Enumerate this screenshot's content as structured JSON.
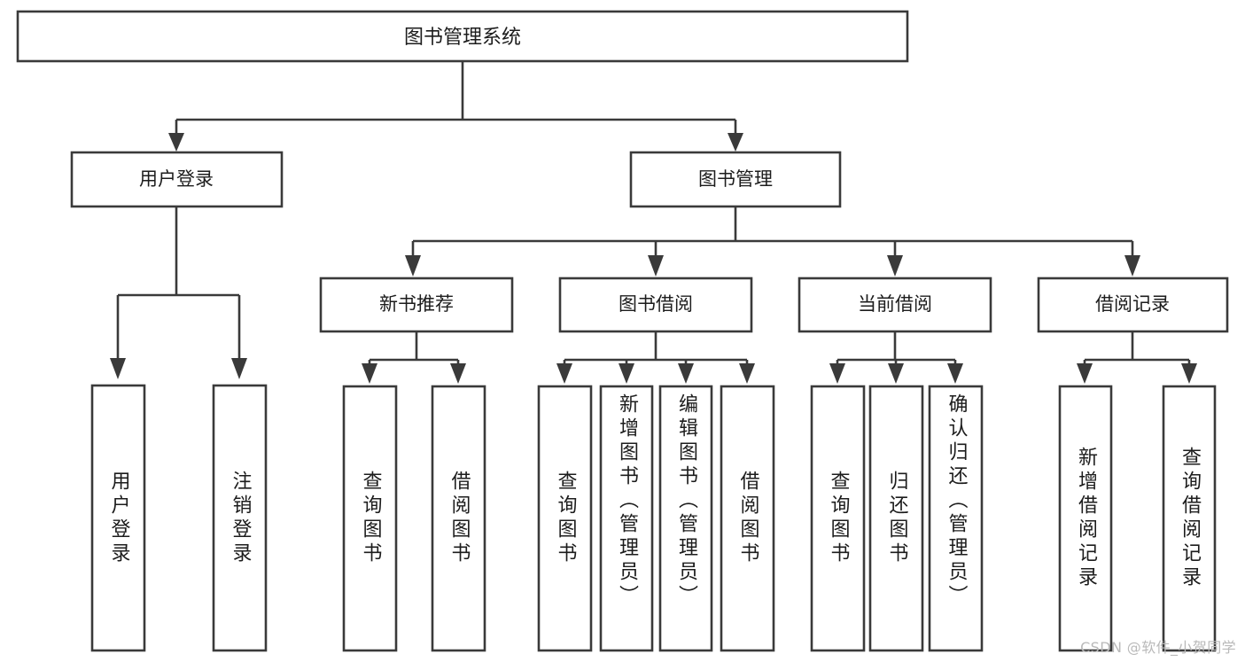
{
  "diagram": {
    "type": "hierarchy-tree",
    "title": "图书管理系统",
    "watermark": "CSDN @软件_小贺同学",
    "colors": {
      "stroke": "#3a3a3a",
      "fill": "#ffffff",
      "text": "#1c1c1c",
      "watermark": "#b9b9b9"
    },
    "root": {
      "label": "图书管理系统"
    },
    "level2": [
      {
        "label": "用户登录"
      },
      {
        "label": "图书管理"
      }
    ],
    "level3": [
      {
        "label": "新书推荐"
      },
      {
        "label": "图书借阅"
      },
      {
        "label": "当前借阅"
      },
      {
        "label": "借阅记录"
      }
    ],
    "leaves": {
      "user_login": [
        {
          "label": "用户登录"
        },
        {
          "label": "注销登录"
        }
      ],
      "new_book_recommend": [
        {
          "label": "查询图书"
        },
        {
          "label": "借阅图书"
        }
      ],
      "book_borrow": [
        {
          "label": "查询图书"
        },
        {
          "label": "新增图书（管理员）"
        },
        {
          "label": "编辑图书（管理员）"
        },
        {
          "label": "借阅图书"
        }
      ],
      "current_borrow": [
        {
          "label": "查询图书"
        },
        {
          "label": "归还图书"
        },
        {
          "label": "确认归还（管理员）"
        }
      ],
      "borrow_record": [
        {
          "label": "新增借阅记录"
        },
        {
          "label": "查询借阅记录"
        }
      ]
    }
  }
}
